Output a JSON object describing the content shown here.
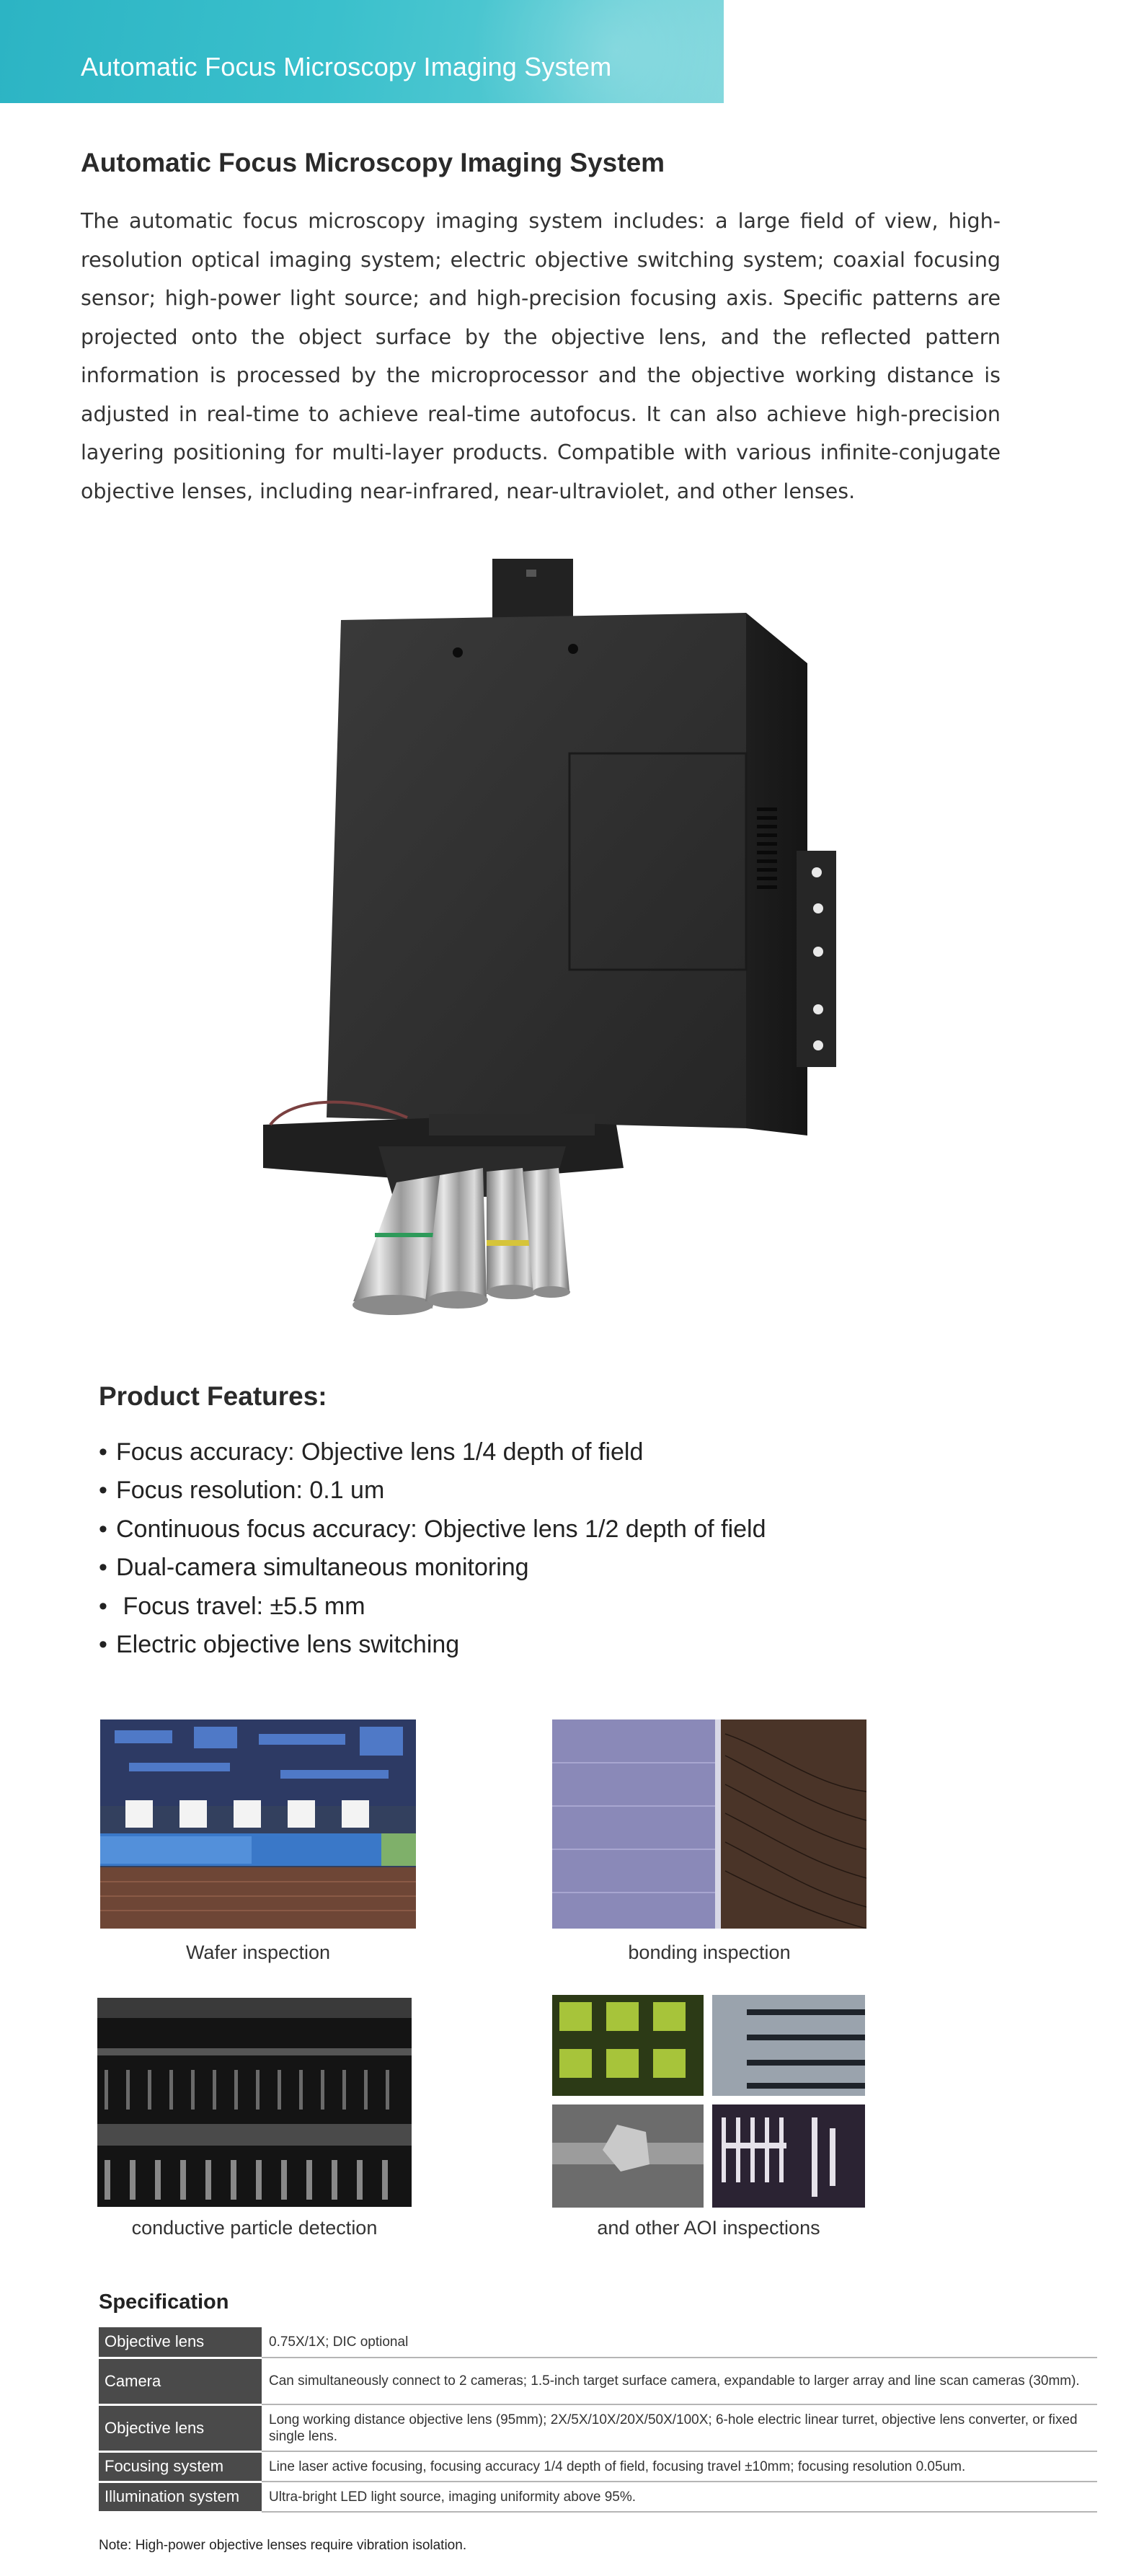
{
  "banner": {
    "title": "Automatic Focus Microscopy Imaging System"
  },
  "intro": {
    "title": "Automatic Focus Microscopy Imaging System",
    "text": "The automatic focus microscopy imaging system includes: a large field of view, high-resolution optical imaging system; electric objective switching system; coaxial focusing sensor; high-power light source; and high-precision focusing axis. Specific patterns are projected onto the object surface by the objective lens, and the reflected pattern information is processed by the microprocessor and the objective working distance is adjusted in real-time to achieve real-time autofocus. It can also achieve high-precision layering positioning for multi-layer products. Compatible with various infinite-conjugate objective lenses, including near-infrared, near-ultraviolet, and other lenses."
  },
  "features": {
    "title": "Product Features:",
    "bullet": "•",
    "items": [
      "Focus accuracy: Objective lens 1/4 depth of field",
      "Focus resolution: 0.1 um",
      "Continuous focus accuracy: Objective lens 1/2 depth of field",
      "Dual-camera simultaneous monitoring",
      " Focus travel: ±5.5 mm",
      "Electric objective lens switching"
    ]
  },
  "gallery": {
    "captions": [
      "Wafer inspection",
      "bonding inspection",
      "conductive particle detection",
      "and other AOI inspections"
    ]
  },
  "spec": {
    "title": "Specification",
    "rows": [
      {
        "key": "Objective lens",
        "value": "0.75X/1X; DIC optional"
      },
      {
        "key": "Camera",
        "value": "Can simultaneously connect to 2 cameras; 1.5-inch target surface camera, expandable to larger array and line scan cameras (30mm)."
      },
      {
        "key": "Objective lens",
        "value": "Long working distance objective lens (95mm); 2X/5X/10X/20X/50X/100X; 6-hole electric linear turret, objective lens converter, or fixed single lens."
      },
      {
        "key": "Focusing system",
        "value": "Line laser active focusing, focusing accuracy 1/4 depth of field, focusing travel ±10mm; focusing resolution 0.05um."
      },
      {
        "key": "Illumination system",
        "value": "Ultra-bright LED light source, imaging uniformity above 95%."
      }
    ],
    "note": "Note: High-power objective lenses require vibration isolation."
  }
}
